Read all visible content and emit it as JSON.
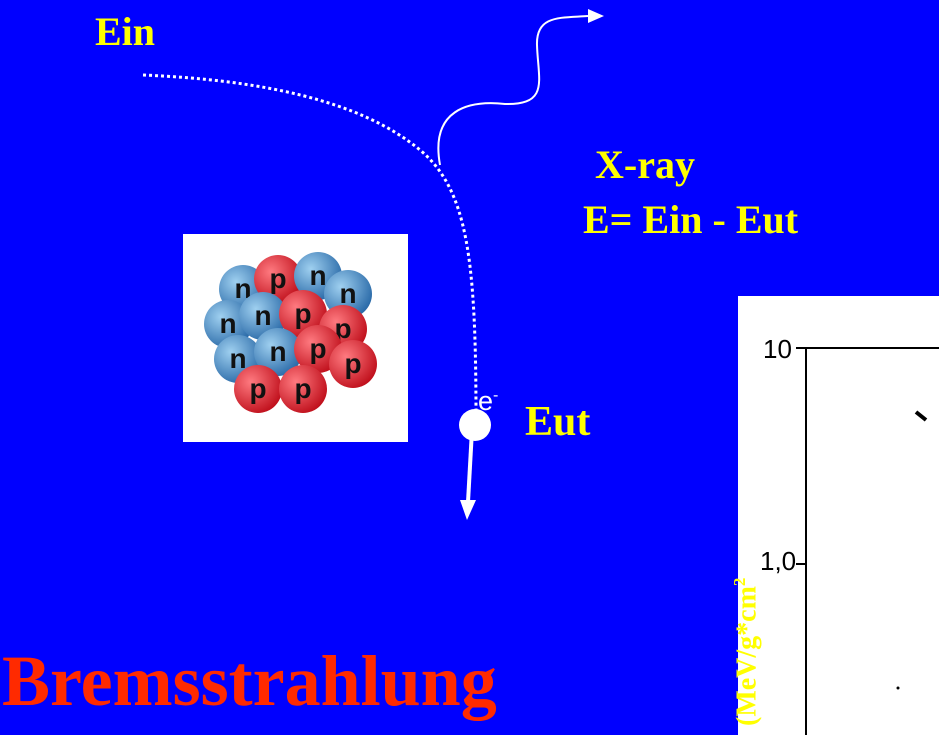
{
  "labels": {
    "ein": "Ein",
    "xray": "X-ray",
    "energy": "E= Ein - Eut",
    "electron": "e",
    "electron_charge": "-",
    "eut": "Eut",
    "title": "Bremsstrahlung"
  },
  "nucleus": {
    "particles": [
      "n",
      "p",
      "n",
      "n",
      "n",
      "n",
      "p",
      "p",
      "n",
      "n",
      "p",
      "p",
      "p",
      "p"
    ]
  },
  "chart": {
    "tick_labels": [
      "10",
      "1,0"
    ],
    "ylabel": "(MeV/g*cm",
    "ylabel_superscript": "2"
  },
  "colors": {
    "background": "#0000ff",
    "label": "#ffff00",
    "title": "#ff2a00",
    "proton": "#d8202c",
    "neutron": "#3a86c8"
  }
}
